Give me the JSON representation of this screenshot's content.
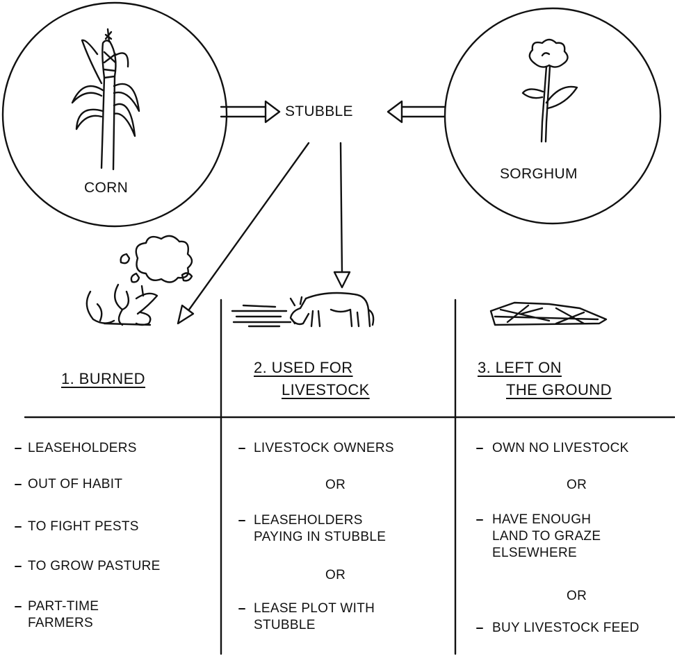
{
  "top": {
    "corn": "CORN",
    "stubble": "STUBBLE",
    "sorghum": "SORGHUM"
  },
  "columns": [
    {
      "heading_line1": "1.  BURNED",
      "heading_line2": "",
      "items": [
        "LEASEHOLDERS",
        "OUT OF HABIT",
        "TO FIGHT PESTS",
        "TO GROW PASTURE",
        "PART-TIME\nFARMERS"
      ]
    },
    {
      "heading_line1": "2.  USED FOR",
      "heading_line2": "LIVESTOCK",
      "items": [
        "LIVESTOCK OWNERS",
        "OR",
        "LEASEHOLDERS\nPAYING IN STUBBLE",
        "OR",
        "LEASE PLOT WITH\nSTUBBLE"
      ]
    },
    {
      "heading_line1": "3.  LEFT ON",
      "heading_line2": "THE GROUND",
      "items": [
        "OWN NO LIVESTOCK",
        "OR",
        "HAVE ENOUGH\nLAND TO GRAZE\nELSEWHERE",
        "OR",
        "BUY LIVESTOCK FEED"
      ]
    }
  ],
  "icons": [
    "corn-plant",
    "sorghum-plant",
    "fire-smoke",
    "grazing-cow",
    "stubble-pile"
  ]
}
